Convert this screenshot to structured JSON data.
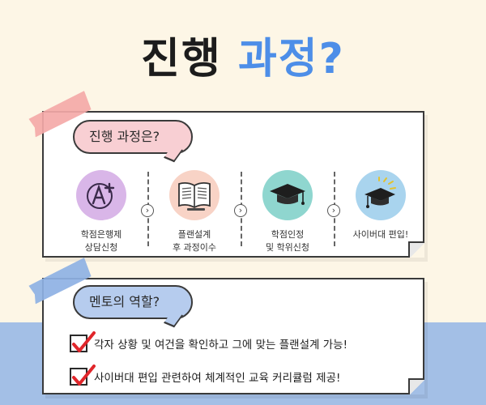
{
  "title": {
    "part1": "진행",
    "part2": "과정?"
  },
  "process": {
    "bubble_label": "진행 과정은?",
    "steps": [
      {
        "label": "학점은행제\n상담신청",
        "icon": "grade-a-plus-icon",
        "color": "#d9b6e8"
      },
      {
        "label": "플랜설계\n후 과정이수",
        "icon": "book-icon",
        "color": "#f8d3c6"
      },
      {
        "label": "학점인정\n및 학위신청",
        "icon": "graduation-cap-icon",
        "color": "#8fd6cf"
      },
      {
        "label": "사이버대 편입!",
        "icon": "graduation-celebration-icon",
        "color": "#a9d4ee"
      }
    ],
    "arrow_symbol": "›"
  },
  "mentor": {
    "bubble_label": "멘토의 역할?",
    "items": [
      "각자 상황 및 여건을 확인하고 그에 맞는 플랜설계 가능!",
      "사이버대 편입 관련하여 체계적인 교육 커리큘럼 제공!"
    ]
  },
  "colors": {
    "background": "#fdf6e6",
    "band": "#a3bfe6",
    "title_dark": "#1c1c1c",
    "title_blue": "#4d8ee8",
    "check_red": "#e0262b"
  }
}
